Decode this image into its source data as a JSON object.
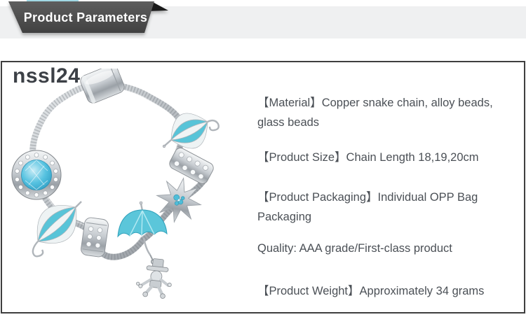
{
  "banner": {
    "label": "Product Parameters",
    "ribbon_color": "#4b4b4b",
    "fold_color": "#1a1a1a",
    "band_color": "#eff0f1"
  },
  "product": {
    "code": "nssl24"
  },
  "bracelet": {
    "alt": "Silver snake-chain charm bracelet with blue umbrella charms, crystal beads, star charm and dangling doll charm",
    "accent_blue": "#58c4d8",
    "crystal_blue": "#45b8dd",
    "silver": "#c9cdd2"
  },
  "specs": [
    {
      "label": "【Material】",
      "text": "Copper snake chain, alloy beads, glass beads"
    },
    {
      "label": "【Product Size】",
      "text": "Chain Length 18,19,20cm"
    },
    {
      "label": "【Product Packaging】",
      "text": "Individual OPP Bag Packaging"
    },
    {
      "label": "",
      "text": "Quality: AAA grade/First-class product"
    },
    {
      "label": "【Product Weight】",
      "text": "Approximately 34 grams"
    }
  ]
}
